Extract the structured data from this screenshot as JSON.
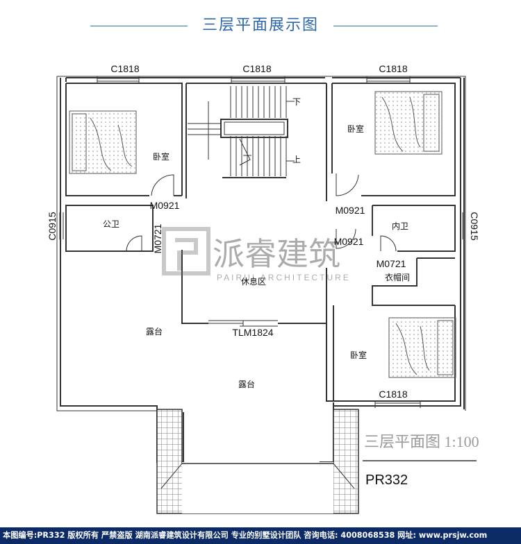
{
  "header": {
    "title": "三层平面展示图"
  },
  "rooms": {
    "bedroom_nw": "卧室",
    "bedroom_ne": "卧室",
    "bedroom_se": "卧室",
    "public_bath": "公卫",
    "ensuite_bath": "内卫",
    "cloakroom": "衣帽间",
    "lounge": "休息区",
    "terrace_1": "露台",
    "terrace_2": "露台"
  },
  "stair": {
    "down": "下",
    "up": "上"
  },
  "tags": {
    "window_top_left": "C1818",
    "window_top_mid": "C1818",
    "window_top_right": "C1818",
    "window_bottom_right": "C1818",
    "window_left": "C0915",
    "window_right": "C0915",
    "door_nw": "M0921",
    "door_ne": "M0921",
    "door_ensuite": "M0921",
    "door_public_bath": "M0721",
    "door_ensuite_inner": "M0721",
    "sliding_door": "TLM1824"
  },
  "watermark": {
    "name": "派睿建筑",
    "sub": "PAIRUI ARCHITECTURE"
  },
  "plan_title": "三层平面图 1:100",
  "plan_code": "PR332",
  "footer": {
    "text": "本图编号:PR332 版权所有 严禁盗版 湖南派睿建筑设计有限公司 专业的别墅设计团队 咨询电话: 4008068538 网址: www.prsjw.com"
  },
  "colors": {
    "header": "#2b66ad",
    "footer_bg": "#0c2a66",
    "wall": "#333333"
  }
}
